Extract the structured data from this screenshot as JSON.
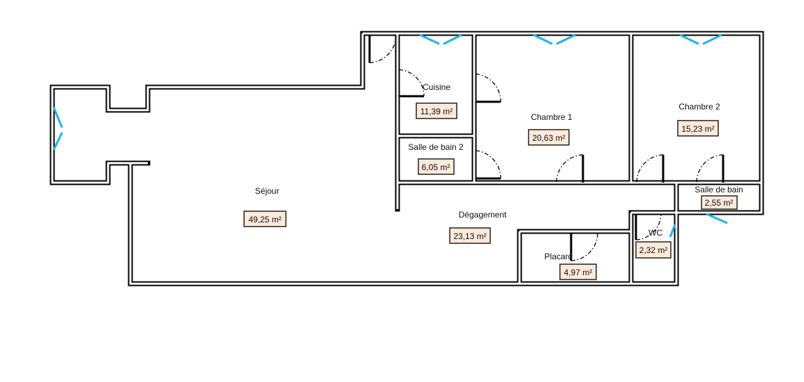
{
  "rooms": {
    "cuisine": {
      "name": "Cuisine",
      "area": "11,39 m²"
    },
    "chambre1": {
      "name": "Chambre 1",
      "area": "20,63 m²"
    },
    "chambre2": {
      "name": "Chambre 2",
      "area": "15,23 m²"
    },
    "sdb2": {
      "name": "Salle de bain 2",
      "area": "6,05 m²"
    },
    "sdb": {
      "name": "Salle de bain",
      "area": "2,55 m²"
    },
    "sejour": {
      "name": "Séjour",
      "area": "49,25 m²"
    },
    "degagement": {
      "name": "Dégagement",
      "area": "23,13 m²"
    },
    "placard": {
      "name": "Placard",
      "area": "4,97 m²"
    },
    "wc": {
      "name": "WC",
      "area": "2,32 m²"
    }
  },
  "colors": {
    "wall": "#000000",
    "window": "#1fb3e8",
    "area_label_bg": "#fdeadb"
  }
}
